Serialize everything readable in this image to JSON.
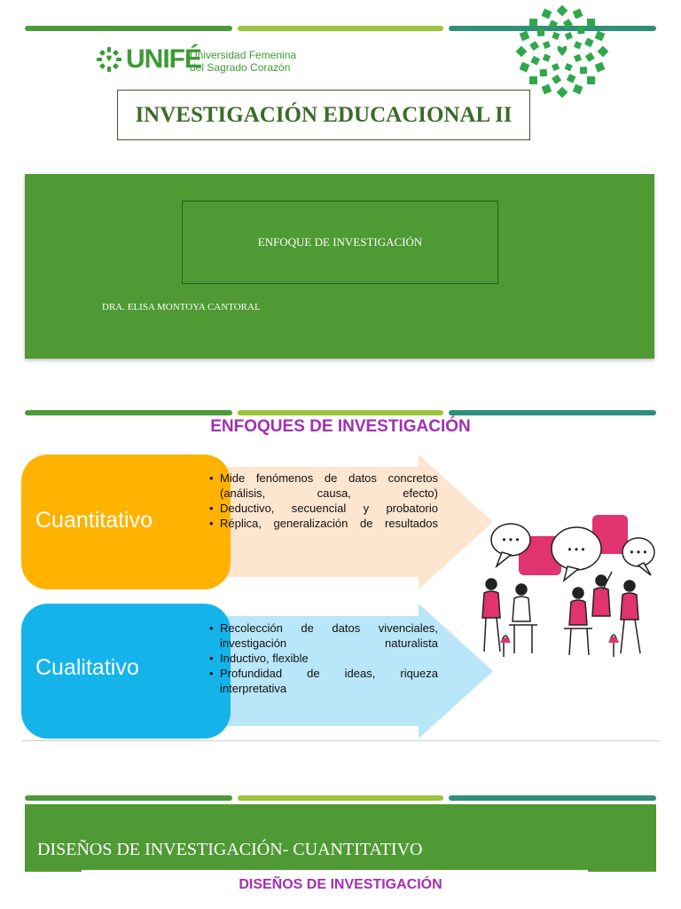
{
  "slide1": {
    "logo": {
      "name": "UNIFÉ",
      "subtitle_line1": "Universidad Femenina",
      "subtitle_line2": "del Sagrado Corazón"
    },
    "course_title": "INVESTIGACIÓN EDUCACIONAL II",
    "topic": "ENFOQUE DE INVESTIGACIÓN",
    "author": "DRA. ELISA MONTOYA CANTORAL"
  },
  "slide2": {
    "title": "ENFOQUES DE INVESTIGACIÓN",
    "approaches": [
      {
        "label": "Cuantitativo",
        "bullets": [
          "Mide fenómenos de datos concretos (análisis, causa, efecto)",
          "Deductivo, secuencial y probatorio",
          "Réplica, generalización de resultados"
        ]
      },
      {
        "label": "Cualitativo",
        "bullets": [
          "Recolección de datos vivenciales, investigación naturalista",
          "Inductivo, flexible",
          "Profundidad de ideas, riqueza interpretativa"
        ]
      }
    ],
    "bubble_text": "• • •"
  },
  "slide3": {
    "heading": "DISEÑOS DE INVESTIGACIÓN- CUANTITATIVO",
    "subtitle": "DISEÑOS DE INVESTIGACIÓN"
  },
  "colors": {
    "brand_green": "#4f9a34",
    "lime": "#9cc43c",
    "teal": "#2f8f7a",
    "purple": "#a22fb4",
    "quant_orange": "#ffb300",
    "qual_blue": "#14b4ea",
    "magenta": "#e0336f"
  }
}
